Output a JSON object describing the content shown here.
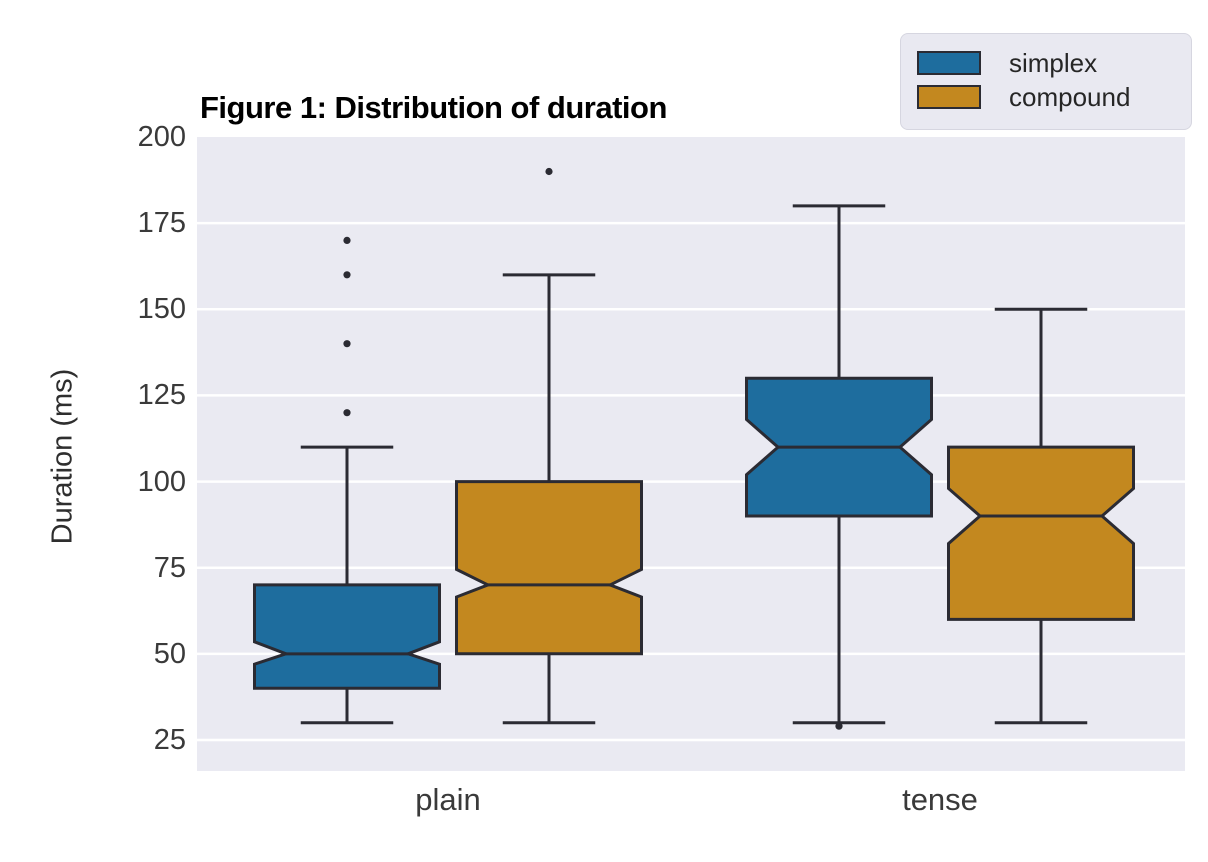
{
  "chart_data": {
    "type": "boxplot",
    "title": "Figure 1: Distribution of duration",
    "ylabel": "Duration (ms)",
    "xlabel": "",
    "categories": [
      "plain",
      "tense"
    ],
    "yticks": [
      200,
      175,
      150,
      125,
      100,
      75,
      50,
      25
    ],
    "ylim": [
      16,
      200
    ],
    "grid": true,
    "legend_position": "top-right",
    "colors": {
      "simplex": "#1e6d9e",
      "compound": "#c3881f",
      "edge": "#2b2b33",
      "plot_background": "#eaeaf2",
      "gridline": "#ffffff"
    },
    "series": [
      {
        "name": "simplex",
        "color": "#1e6d9e",
        "boxes": [
          {
            "category": "plain",
            "whisker_low": 30,
            "q1": 40,
            "median": 50,
            "q3": 70,
            "whisker_high": 110,
            "notch_low": 47,
            "notch_high": 53.5,
            "outliers": [
              120,
              140,
              160,
              170
            ]
          },
          {
            "category": "tense",
            "whisker_low": 30,
            "q1": 90,
            "median": 110,
            "q3": 130,
            "whisker_high": 180,
            "notch_low": 102,
            "notch_high": 118,
            "outliers": [
              29
            ]
          }
        ]
      },
      {
        "name": "compound",
        "color": "#c3881f",
        "boxes": [
          {
            "category": "plain",
            "whisker_low": 30,
            "q1": 50,
            "median": 70,
            "q3": 100,
            "whisker_high": 160,
            "notch_low": 66.5,
            "notch_high": 74.5,
            "outliers": [
              190
            ]
          },
          {
            "category": "tense",
            "whisker_low": 30,
            "q1": 60,
            "median": 90,
            "q3": 110,
            "whisker_high": 150,
            "notch_low": 82,
            "notch_high": 98,
            "outliers": []
          }
        ]
      }
    ]
  }
}
